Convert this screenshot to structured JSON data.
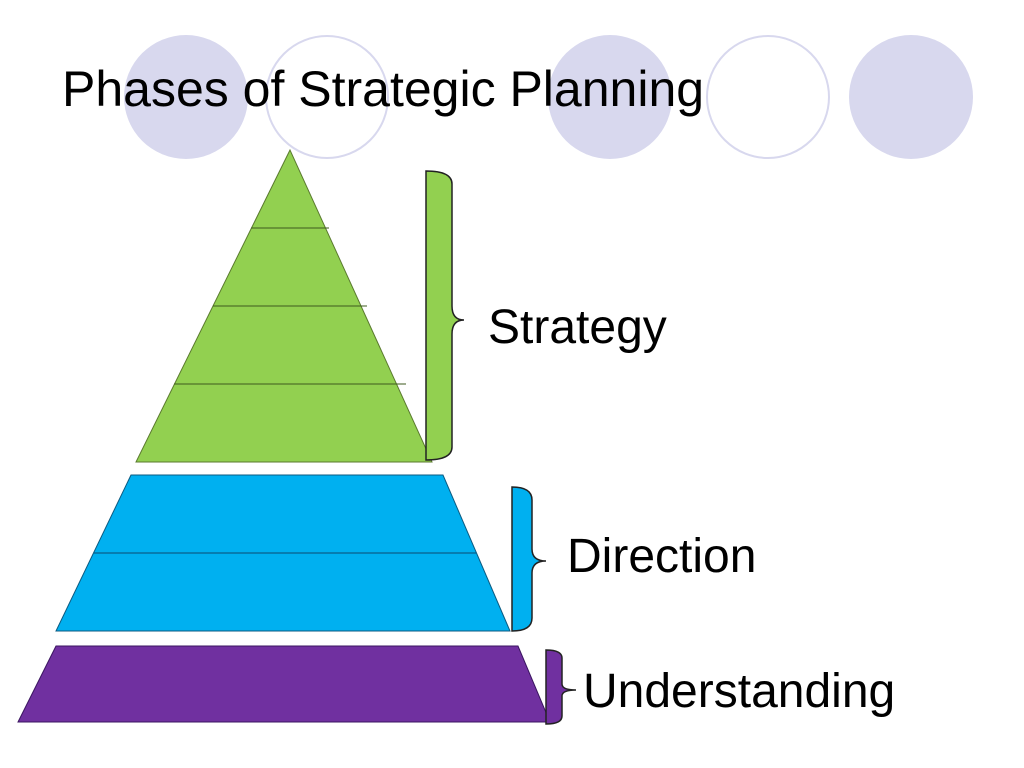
{
  "title": "Phases of Strategic Planning",
  "phases": [
    {
      "label": "Strategy",
      "color": "#92D050"
    },
    {
      "label": "Direction",
      "color": "#00B0F0"
    },
    {
      "label": "Understanding",
      "color": "#7030A0"
    }
  ],
  "decoration": {
    "circle_fill": "#D8D8EE",
    "circle_outline": "#D8D8EE"
  }
}
